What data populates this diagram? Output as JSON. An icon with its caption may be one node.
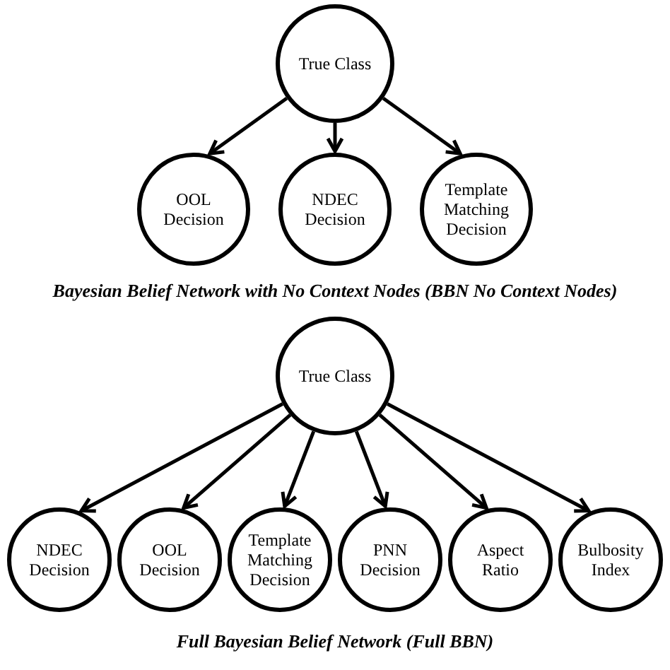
{
  "diagram": {
    "nodes": [
      {
        "text": [
          "True Class"
        ]
      },
      {
        "text": [
          "OOL Decision"
        ]
      },
      {
        "text": [
          "NDEC Decision"
        ]
      },
      {
        "text": [
          "Template Matching Decision"
        ]
      },
      {
        "text": [
          "True Class"
        ]
      },
      {
        "text": [
          "NDEC Decision"
        ]
      },
      {
        "text": [
          "OOL Decision"
        ]
      },
      {
        "text": [
          "Template Matching Decision"
        ]
      },
      {
        "text": [
          "PNN Decision"
        ]
      },
      {
        "text": [
          "Aspect Ratio"
        ]
      },
      {
        "text": [
          "Bulbosity Index"
        ]
      }
    ],
    "edges": [
      {
        "from": 0,
        "to": 1,
        "arrow": "to"
      },
      {
        "from": 0,
        "to": 2,
        "arrow": "to"
      },
      {
        "from": 0,
        "to": 3,
        "arrow": "to"
      },
      {
        "from": 4,
        "to": 5,
        "arrow": "to"
      },
      {
        "from": 4,
        "to": 6,
        "arrow": "to"
      },
      {
        "from": 4,
        "to": 7,
        "arrow": "to"
      },
      {
        "from": 4,
        "to": 8,
        "arrow": "to"
      },
      {
        "from": 4,
        "to": 9,
        "arrow": "to"
      },
      {
        "from": 4,
        "to": 10,
        "arrow": "to"
      }
    ],
    "labels": [
      "Bayesian Belief Network with No Context Nodes (BBN No Context Nodes)",
      "Full Bayesian Belief Network (Full BBN)"
    ]
  }
}
